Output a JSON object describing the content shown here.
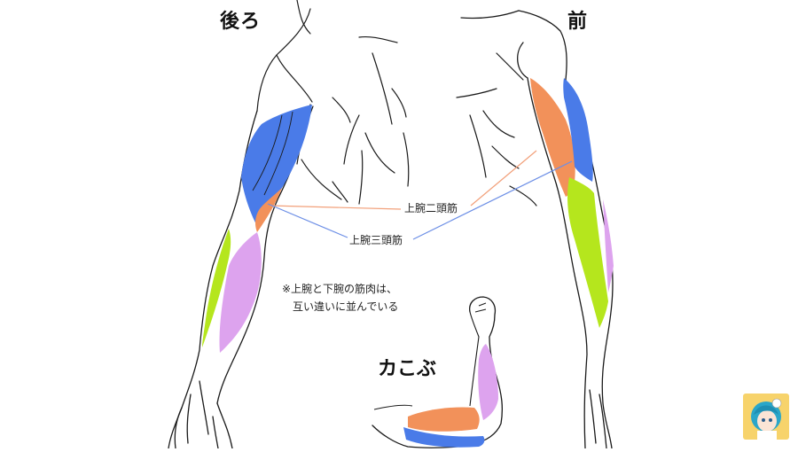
{
  "headings": {
    "back": "後ろ",
    "front": "前"
  },
  "labels": {
    "biceps": "上腕二頭筋",
    "triceps": "上腕三頭筋"
  },
  "note": {
    "line1": "※上腕と下腕の筋肉は、",
    "line2": "互い違いに並んでいる"
  },
  "flex_label": "カこぶ",
  "colors": {
    "background": "#ffffff",
    "line": "#1a1a1a",
    "triceps_blue": "#4a7be8",
    "biceps_orange": "#f2915a",
    "forearm_green": "#b5e61d",
    "forearm_purple": "#dda3ee",
    "biceps_leader": "#f2a07a",
    "triceps_leader": "#6d8fe6"
  },
  "icons": {
    "avatar": "character-avatar-icon"
  }
}
